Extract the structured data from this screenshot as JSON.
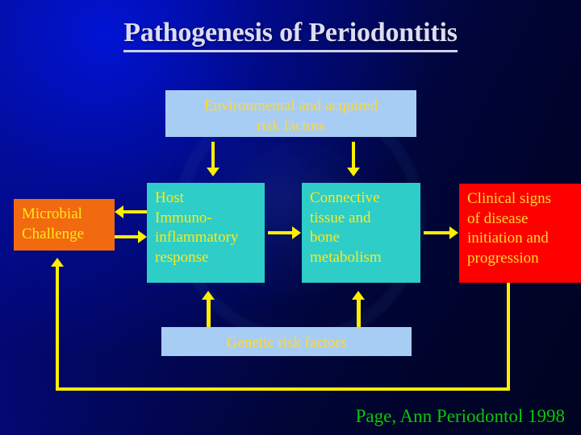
{
  "slide": {
    "title": "Pathogenesis of Periodontitis",
    "citation": "Page, Ann Periodontol 1998",
    "background_color": "#00057f",
    "accent_color": "#ffee00",
    "title_color": "#dcdcf2",
    "citation_color": "#0ac70a"
  },
  "boxes": {
    "environmental": {
      "label": "Environmental and acquired risk factors",
      "line1": "Environmental and acquired",
      "line2": "risk factors",
      "fill": "#a8cdf5",
      "text_color": "#ffd92e"
    },
    "microbial": {
      "label": "Microbial Challenge",
      "line1": "Microbial",
      "line2": "Challenge",
      "fill": "#f26a0f",
      "text_color": "#ffe81a"
    },
    "host": {
      "label": "Host Immuno-inflammatory response",
      "line1": "Host",
      "line2": "Immuno-",
      "line3": "inflammatory",
      "line4": "response",
      "fill": "#2ecdc8",
      "text_color": "#ffe81a"
    },
    "connective": {
      "label": "Connective tissue and bone metabolism",
      "line1": "Connective",
      "line2": "tissue and",
      "line3": "bone",
      "line4": "metabolism",
      "fill": "#2ecdc8",
      "text_color": "#ffe81a"
    },
    "clinical": {
      "label": "Clinical signs of disease initiation and progression",
      "line1": "Clinical signs",
      "line2": "of disease",
      "line3": "initiation and",
      "line4": "progression",
      "fill": "#ff0000",
      "text_color": "#ffd92e"
    },
    "genetic": {
      "label": "Genetic risk factors",
      "fill": "#a8cdf5",
      "text_color": "#ffd92e"
    }
  },
  "arrows": [
    {
      "name": "environmental-to-host",
      "direction": "down"
    },
    {
      "name": "environmental-to-connective",
      "direction": "down"
    },
    {
      "name": "host-to-microbial",
      "direction": "left"
    },
    {
      "name": "microbial-to-host",
      "direction": "right"
    },
    {
      "name": "host-to-connective",
      "direction": "right"
    },
    {
      "name": "connective-to-clinical",
      "direction": "right"
    },
    {
      "name": "genetic-to-host",
      "direction": "up"
    },
    {
      "name": "genetic-to-connective",
      "direction": "up"
    },
    {
      "name": "clinical-feedback-to-microbial",
      "direction": "up"
    }
  ]
}
